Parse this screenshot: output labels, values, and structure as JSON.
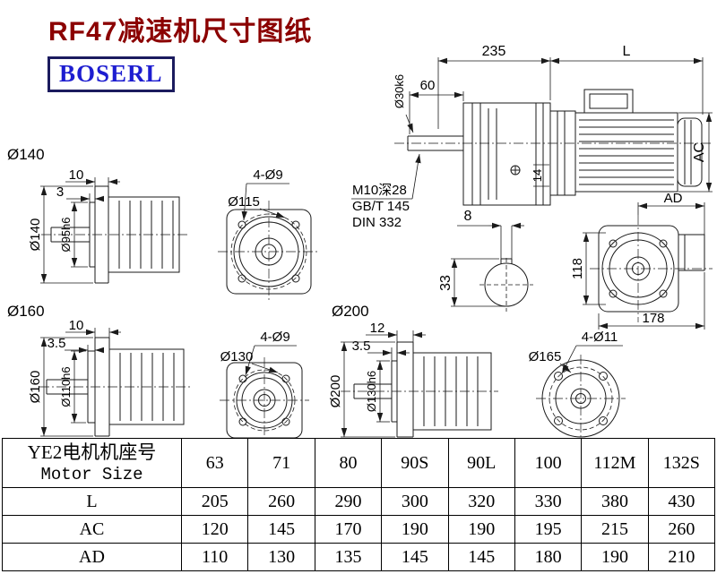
{
  "page": {
    "title": "RF47减速机尺寸图纸",
    "logo": "BOSERL"
  },
  "labels": {
    "flange140": "Ø140",
    "flange160": "Ø160",
    "flange200": "Ø200"
  },
  "top_view": {
    "dim235": "235",
    "dimL": "L",
    "dim60": "60",
    "shaft_dia": "Ø30k6",
    "dimAC": "AC",
    "dim14": "14",
    "tap_line1": "M10深28",
    "tap_line2": "GB/T 145",
    "tap_line3": "DIN 332"
  },
  "key_section": {
    "dim8": "8",
    "dim33": "33"
  },
  "rear_view": {
    "dimAD": "AD",
    "dim118": "118",
    "dim178": "178"
  },
  "unit140": {
    "dim10": "10",
    "dim3": "3",
    "dia_flange": "Ø140",
    "dia_hub": "Ø95h6"
  },
  "flange115": {
    "holes": "4-Ø9",
    "bolt_circle": "Ø115"
  },
  "unit160": {
    "dim10": "10",
    "dim35": "3.5",
    "dia_flange": "Ø160",
    "dia_hub": "Ø110h6"
  },
  "flange130": {
    "holes": "4-Ø9",
    "bolt_circle": "Ø130"
  },
  "unit200": {
    "dim12": "12",
    "dim35": "3.5",
    "dia_flange": "Ø200",
    "dia_hub": "Ø130h6"
  },
  "flange165": {
    "holes": "4-Ø11",
    "bolt_circle": "Ø165"
  },
  "table": {
    "header_cn": "YE2电机机座号",
    "header_en": "Motor Size",
    "sizes": [
      "63",
      "71",
      "80",
      "90S",
      "90L",
      "100",
      "112M",
      "132S"
    ],
    "rows": [
      {
        "label": "L",
        "values": [
          "205",
          "260",
          "290",
          "300",
          "320",
          "330",
          "380",
          "430"
        ]
      },
      {
        "label": "AC",
        "values": [
          "120",
          "145",
          "170",
          "190",
          "190",
          "195",
          "215",
          "260"
        ]
      },
      {
        "label": "AD",
        "values": [
          "110",
          "130",
          "135",
          "145",
          "145",
          "180",
          "190",
          "210"
        ]
      }
    ]
  }
}
